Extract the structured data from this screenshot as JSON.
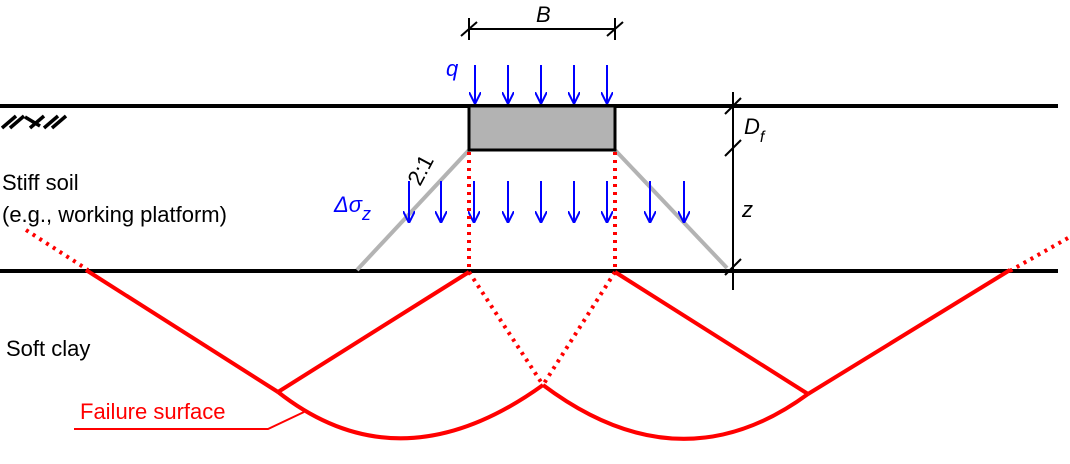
{
  "labels": {
    "width": "B",
    "load": "q",
    "depth_main": "D",
    "depth_sub": "f",
    "stress_main": "Δσ",
    "stress_sub": "z",
    "depth_z": "z",
    "slope": "2:1",
    "stiff_line1": "Stiff soil",
    "stiff_line2": "(e.g., working platform)",
    "soft": "Soft clay",
    "failure": "Failure surface"
  },
  "colors": {
    "ground": "#000000",
    "footing_fill": "#b3b3b3",
    "load_arrows": "#0000ff",
    "spread_lines": "#b3b3b3",
    "failure": "#ff0000"
  },
  "icons": {
    "ground_surface": "hatched-ground-icon"
  }
}
